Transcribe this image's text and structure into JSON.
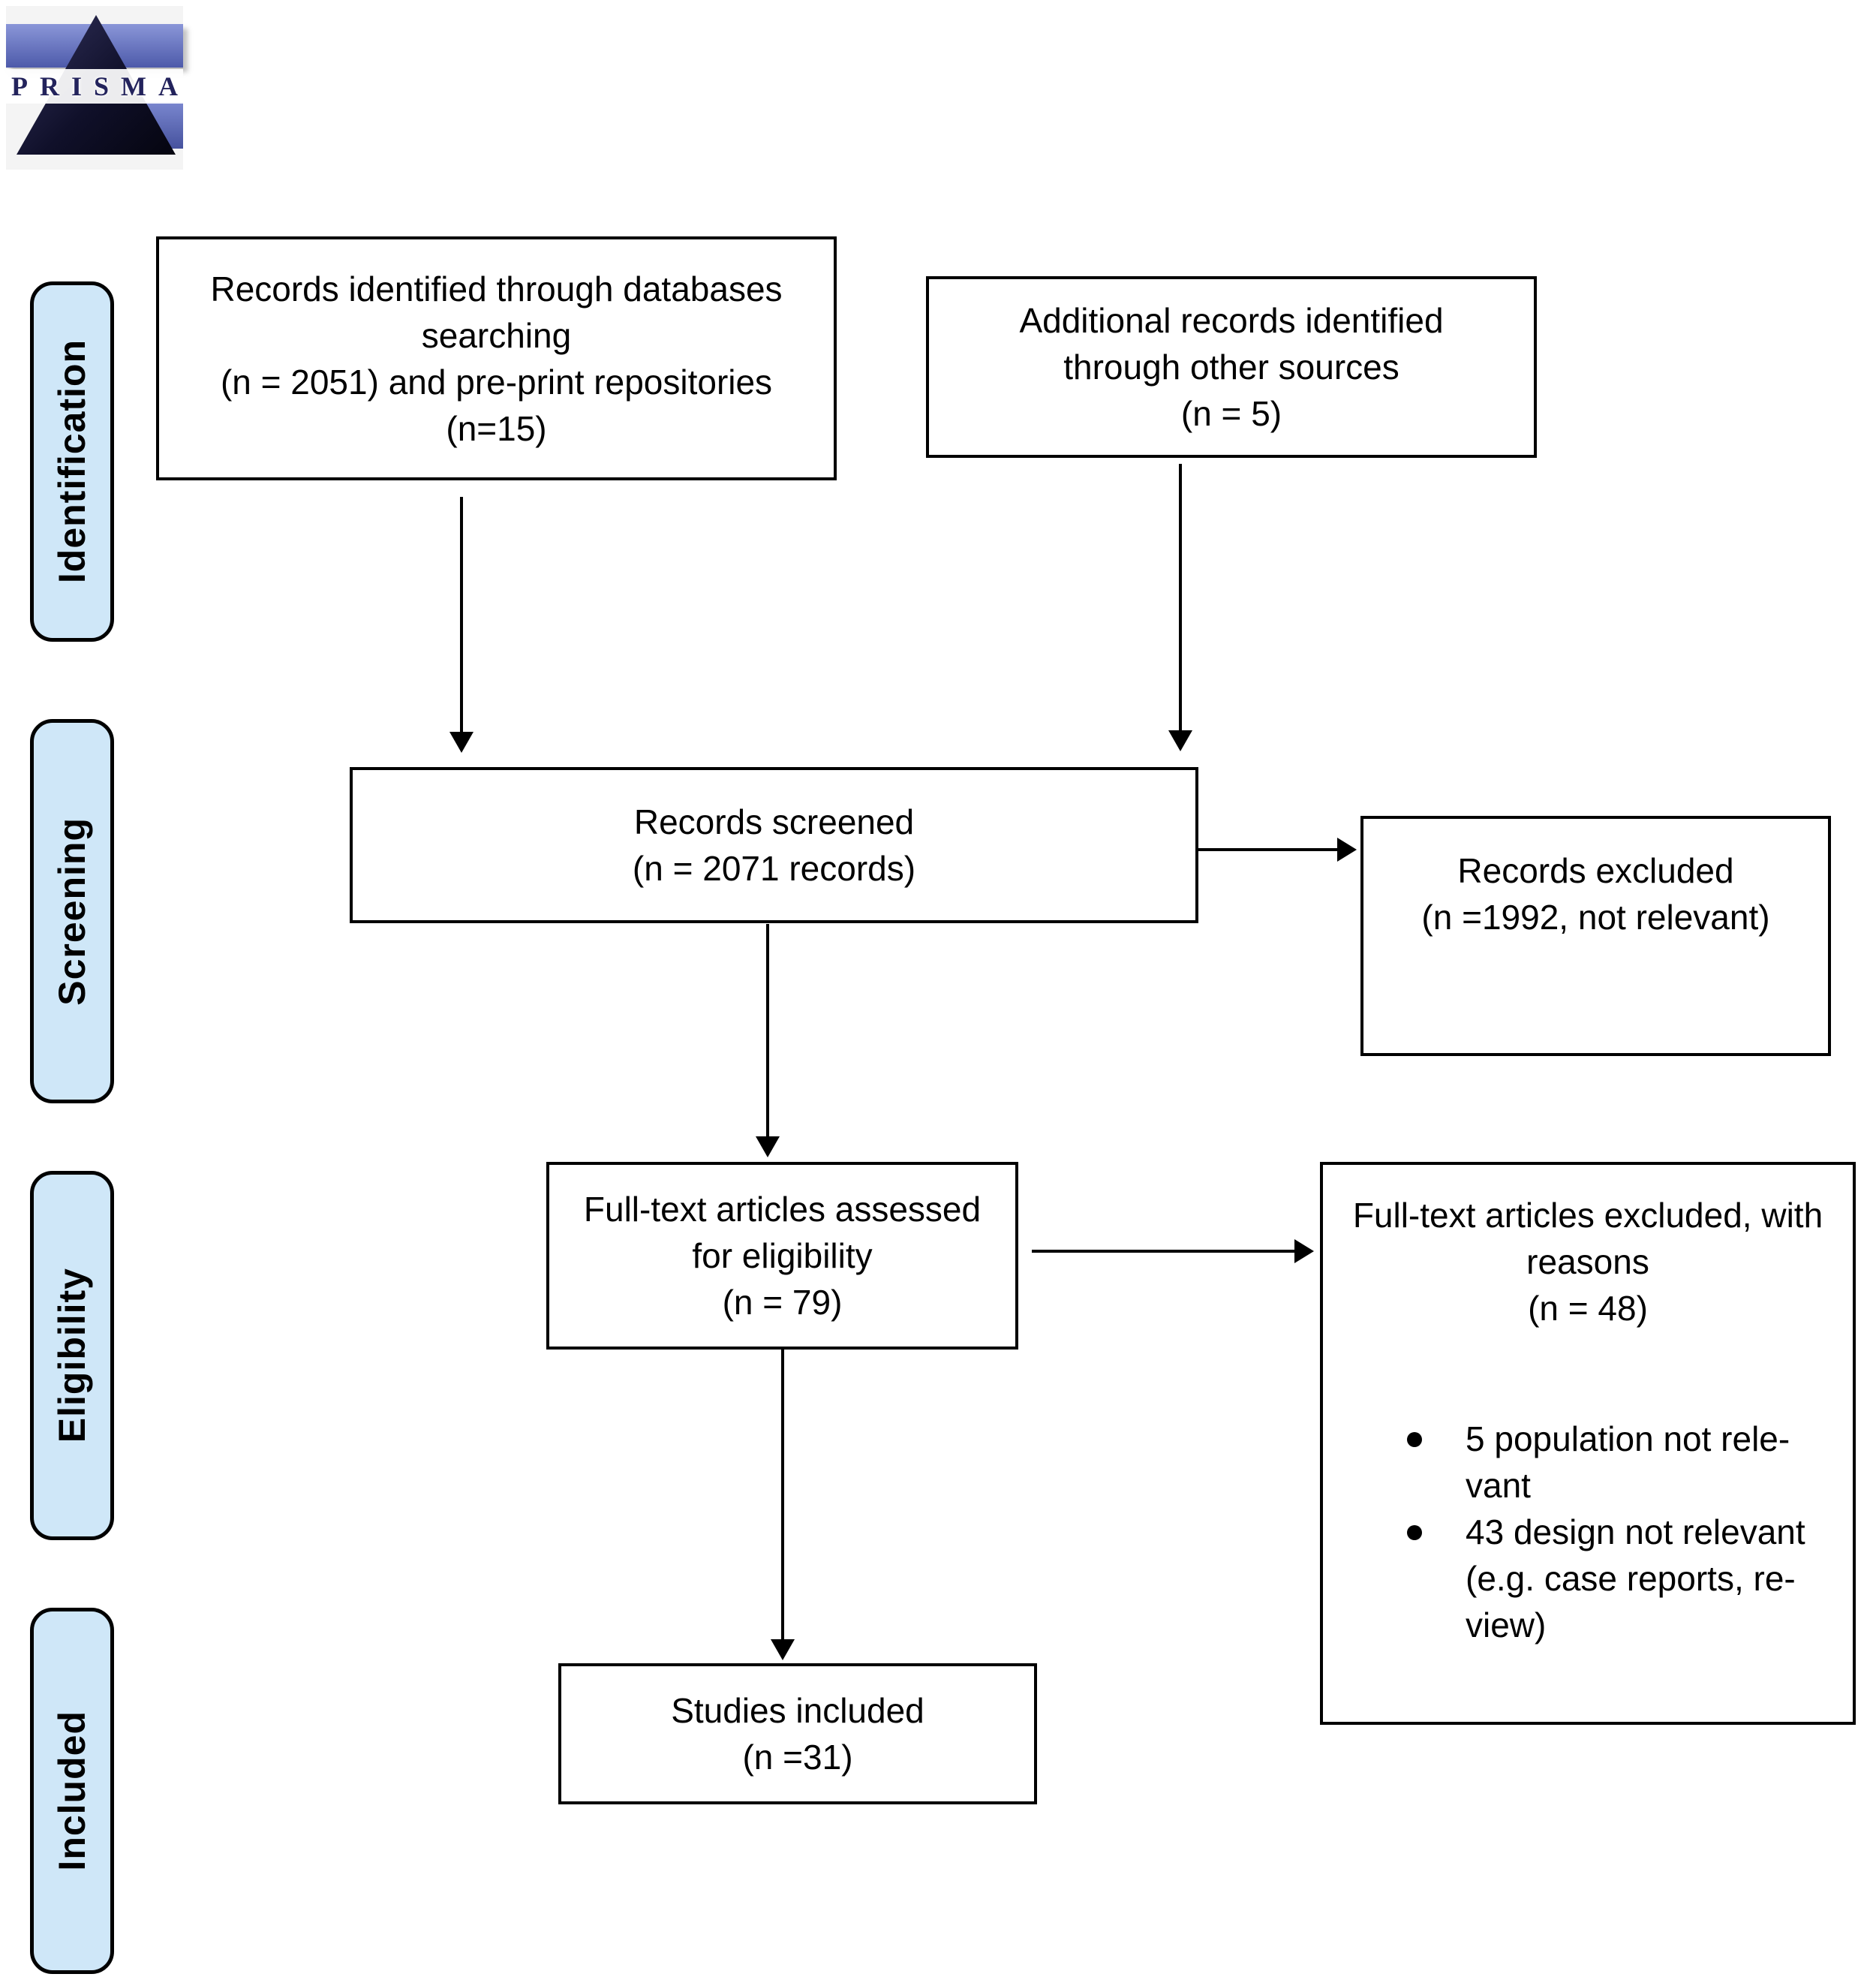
{
  "logo": {
    "text": "PRISMA"
  },
  "stages": [
    {
      "label": "Identification"
    },
    {
      "label": "Screening"
    },
    {
      "label": "Eligibility"
    },
    {
      "label": "Included"
    }
  ],
  "boxes": {
    "identified": {
      "lines": [
        "Records identified through databases",
        "searching",
        "(n = 2051) and pre-print repositories",
        "(n=15)"
      ]
    },
    "additional": {
      "lines": [
        "Additional records identified",
        "through other sources",
        "(n = 5)"
      ]
    },
    "screened": {
      "lines": [
        "Records screened",
        "(n = 2071 records)"
      ]
    },
    "excluded": {
      "lines": [
        "Records excluded",
        "(n =1992, not relevant)"
      ]
    },
    "fulltext_assessed": {
      "lines": [
        "Full-text articles assessed",
        "for eligibility",
        "(n = 79)"
      ]
    },
    "fulltext_excluded": {
      "lines": [
        "Full-text articles excluded, with",
        "reasons",
        "(n = 48)"
      ],
      "bullets": [
        {
          "lines": [
            "5 population not rele-",
            "vant"
          ]
        },
        {
          "lines": [
            "43 design not relevant",
            "(e.g. case reports, re-",
            "view)"
          ]
        }
      ]
    },
    "studies_included": {
      "lines": [
        "Studies included",
        "(n =31)"
      ]
    }
  }
}
